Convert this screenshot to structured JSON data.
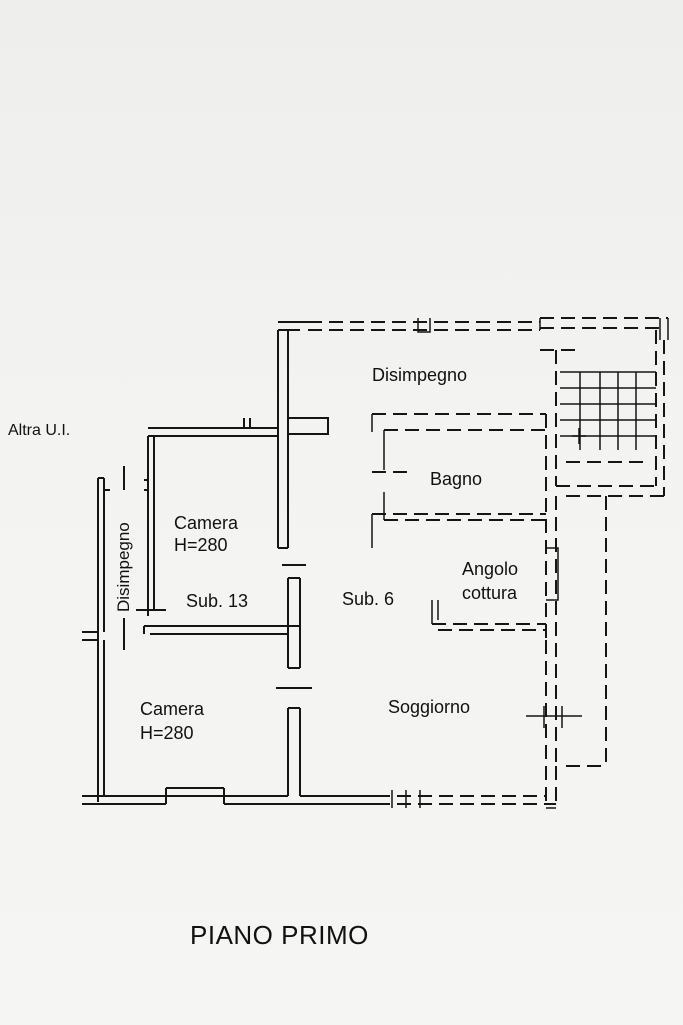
{
  "labels": {
    "other_unit": "Altra U.I.",
    "corridor_left": "Disimpegno",
    "bedroom_1": "Camera",
    "bedroom_1_height": "H=280",
    "sub_13": "Sub. 13",
    "bedroom_2": "Camera",
    "bedroom_2_height": "H=280",
    "corridor_top": "Disimpegno",
    "bathroom": "Bagno",
    "sub_6": "Sub. 6",
    "kitchen_line1": "Angolo",
    "kitchen_line2": "cottura",
    "living_room": "Soggiorno"
  },
  "title": "PIANO PRIMO"
}
